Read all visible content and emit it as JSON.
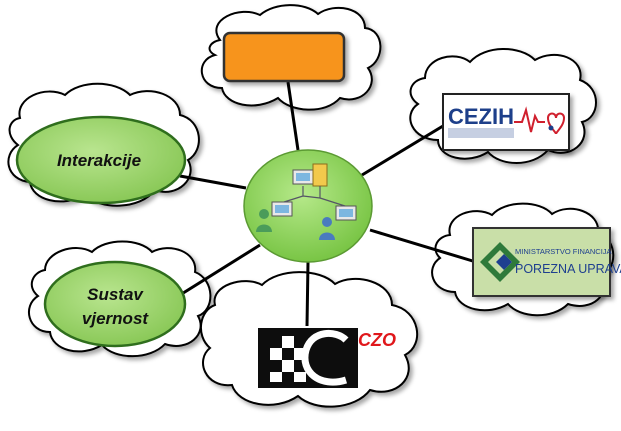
{
  "nodes": {
    "interakcije": {
      "label": "Interakcije"
    },
    "sustav": {
      "label_line1": "Sustav",
      "label_line2": "vjernost"
    },
    "cezih": {
      "logo_text": "CEZIH"
    },
    "porezna": {
      "line1": "MINISTARSTVO FINANCIJA",
      "line2": "POREZNA UPRAVA"
    },
    "czo": {
      "label": "CZO"
    }
  },
  "colors": {
    "hub_fill": "#8dd35a",
    "node_green": "#9ad26a",
    "orange_box": "#f7941d",
    "line": "#000000",
    "czo_red": "#e0171b",
    "cezih_blue": "#1d3f8a",
    "porezna_blue": "#1e3f8f"
  }
}
